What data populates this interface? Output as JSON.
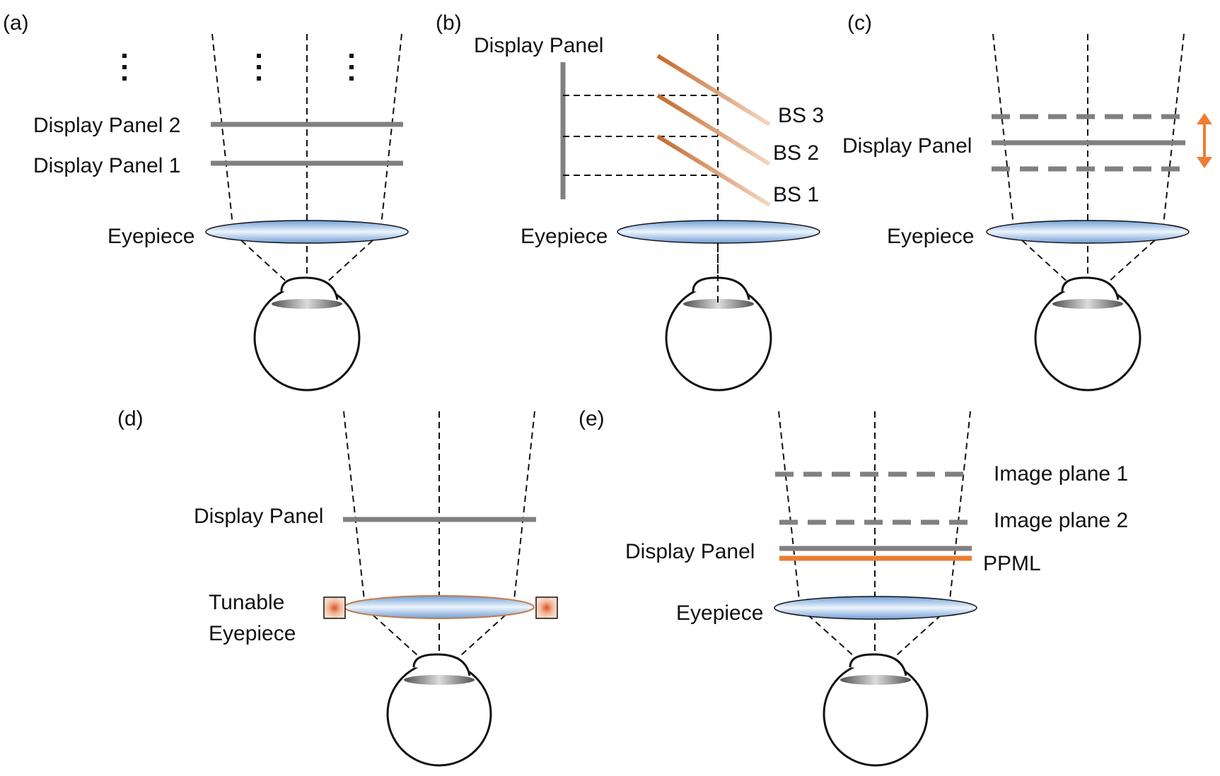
{
  "panels": {
    "a": {
      "tag": "(a)",
      "display_panel_2": "Display Panel 2",
      "display_panel_1": "Display Panel 1",
      "eyepiece": "Eyepiece"
    },
    "b": {
      "tag": "(b)",
      "display_panel": "Display Panel",
      "bs3": "BS 3",
      "bs2": "BS 2",
      "bs1": "BS 1",
      "eyepiece": "Eyepiece"
    },
    "c": {
      "tag": "(c)",
      "display_panel": "Display Panel",
      "eyepiece": "Eyepiece"
    },
    "d": {
      "tag": "(d)",
      "display_panel": "Display Panel",
      "tunable_line1": "Tunable",
      "tunable_line2": "Eyepiece"
    },
    "e": {
      "tag": "(e)",
      "image_plane_1": "Image plane 1",
      "image_plane_2": "Image plane 2",
      "display_panel": "Display Panel",
      "ppml": "PPML",
      "eyepiece": "Eyepiece"
    }
  },
  "colors": {
    "panel_gray": "#808080",
    "accent_orange": "#ED7D31",
    "lens_blue": "#7FA8D8",
    "beamsplitter_copper": "#C8763C"
  }
}
